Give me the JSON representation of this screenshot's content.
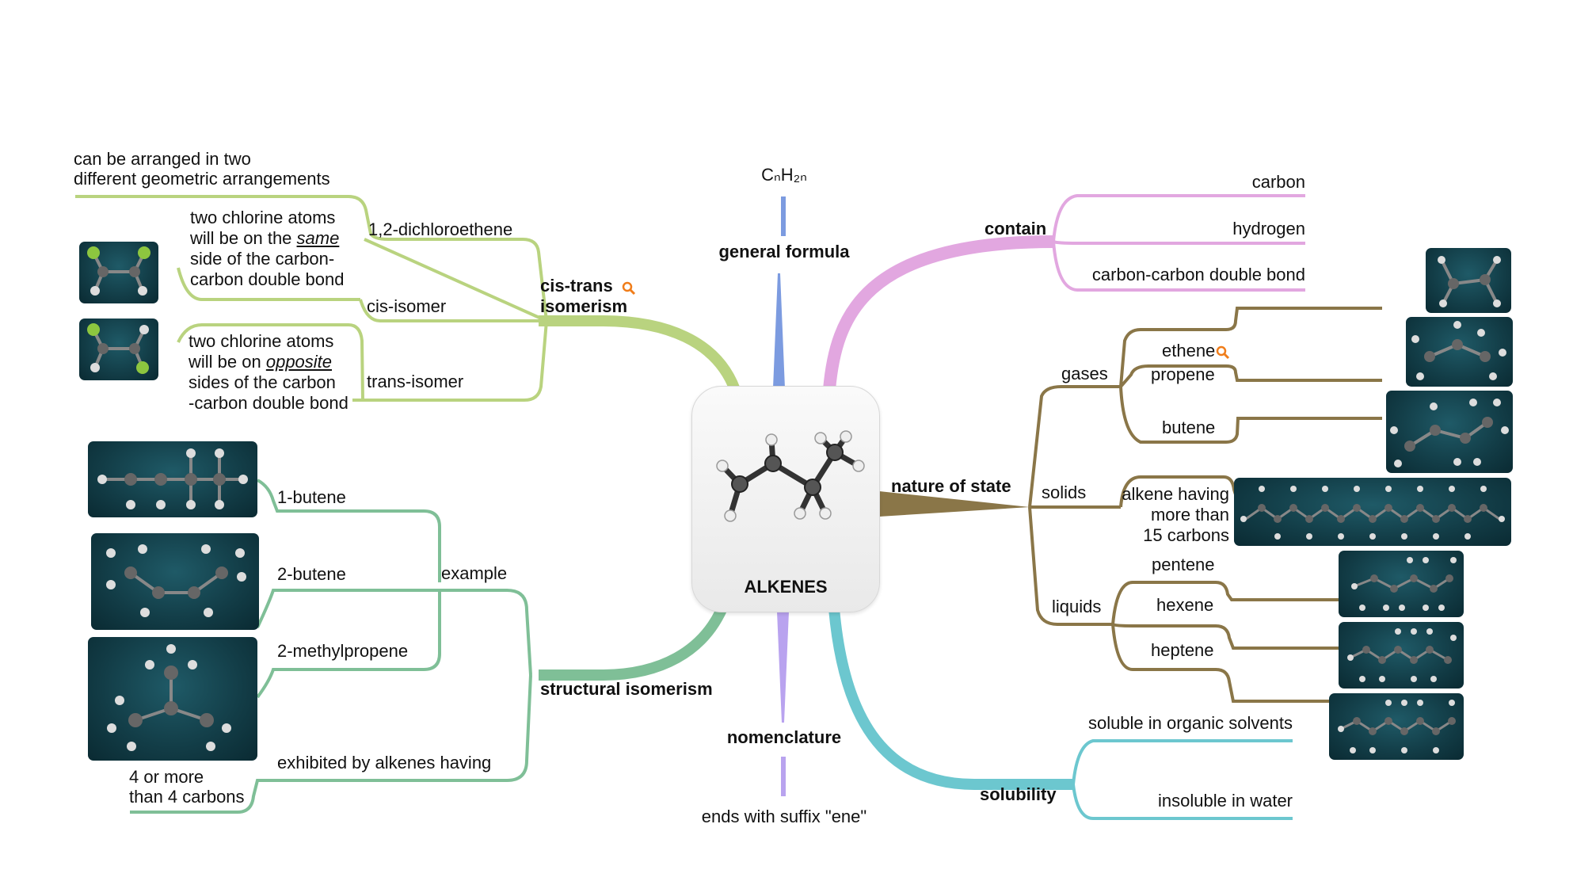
{
  "central": {
    "title": "ALKENES"
  },
  "branches": {
    "general_formula": {
      "label": "general formula",
      "formula": "CₙH₂ₙ"
    },
    "nomenclature": {
      "label": "nomenclature",
      "detail": "ends with suffix \"ene\""
    },
    "contain": {
      "label": "contain",
      "items": [
        "carbon",
        "hydrogen",
        "carbon-carbon double bond"
      ]
    },
    "nature_of_state": {
      "label": "nature of state",
      "gases": {
        "label": "gases",
        "items": [
          "ethene",
          "propene",
          "butene"
        ]
      },
      "solids": {
        "label": "solids",
        "detail_lines": [
          "alkene having",
          "more than",
          "15 carbons"
        ]
      },
      "liquids": {
        "label": "liquids",
        "items": [
          "pentene",
          "hexene",
          "heptene"
        ]
      }
    },
    "solubility": {
      "label": "solubility",
      "items": [
        "soluble in organic solvents",
        "insoluble in water"
      ]
    },
    "cis_trans": {
      "label_line1": "cis-trans",
      "label_line2": "isomerism",
      "note_lines": [
        "can be arranged in two",
        "different geometric arrangements"
      ],
      "dichloroethene": "1,2-dichloroethene",
      "cis_isomer": "cis-isomer",
      "trans_isomer": "trans-isomer",
      "cis_desc": {
        "a": "two chlorine atoms",
        "b": "will be on the ",
        "b_em": "same",
        "c": "side of the carbon-",
        "d": "carbon double bond"
      },
      "trans_desc": {
        "a": "two chlorine atoms",
        "b": "will be on ",
        "b_em": "opposite",
        "c": "sides of the carbon",
        "d": "-carbon double bond"
      }
    },
    "structural": {
      "label": "structural isomerism",
      "example": "example",
      "examples": [
        "1-butene",
        "2-butene",
        "2-methylpropene"
      ],
      "exhibited": "exhibited by alkenes having",
      "carbons_lines": [
        "4 or more",
        "than 4 carbons"
      ]
    }
  },
  "colors": {
    "cis_trans": "#b9d37f",
    "structural": "#7fbf97",
    "general_formula": "#7c9be0",
    "nomenclature": "#b9a3ef",
    "contain": "#e2a7e0",
    "nature_of_state": "#8a7648",
    "solubility": "#6cc7cf",
    "molecule_bg": "#134552",
    "search_icon": "#f07d1a"
  },
  "icons": [
    "magnifier-icon",
    "molecule-model-icon"
  ]
}
